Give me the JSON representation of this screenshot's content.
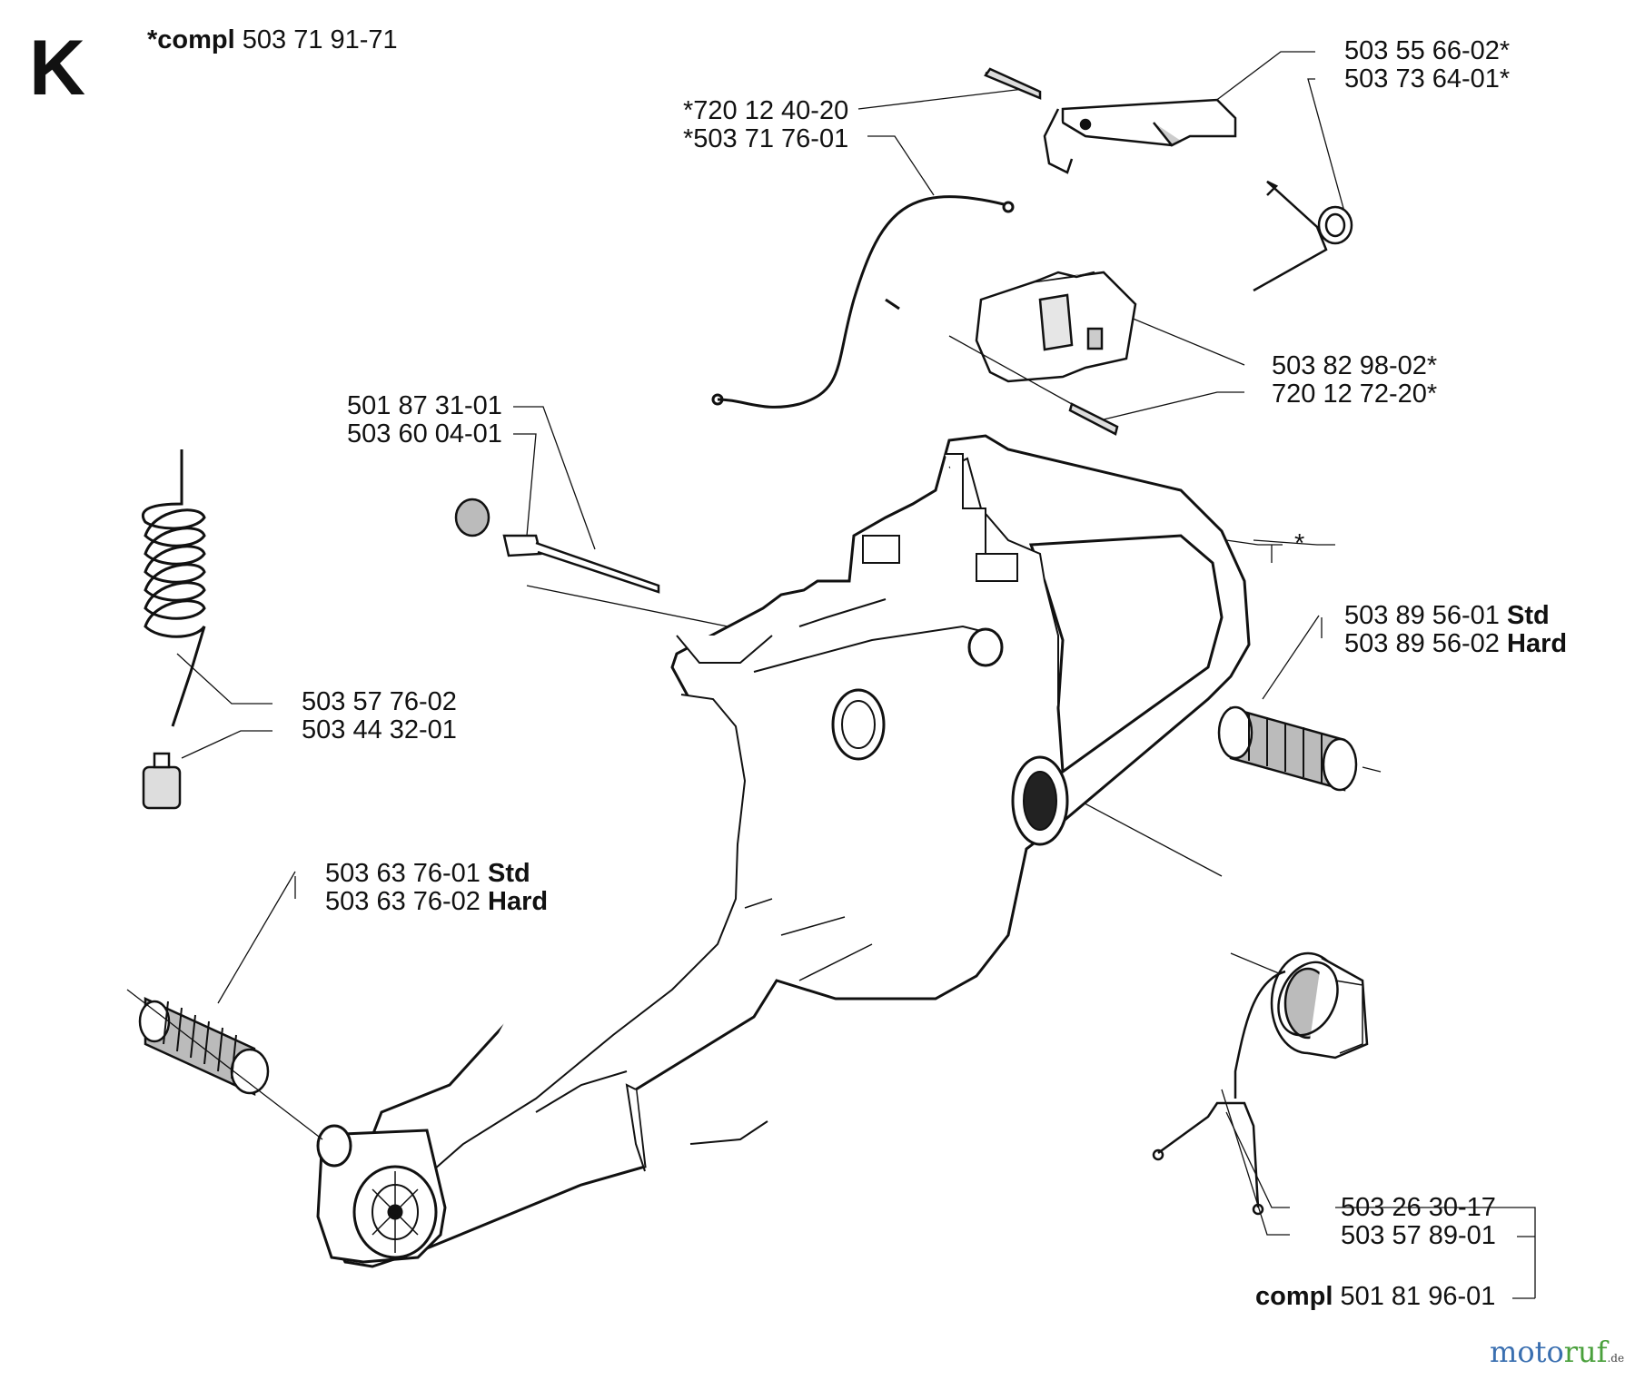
{
  "section": {
    "letter": "K"
  },
  "header": {
    "prefix": "*compl",
    "number": "503 71 91-71"
  },
  "labels": {
    "pin_top": "*720 12 40-20",
    "cable": "*503 71 76-01",
    "throttle_trigger": "503 55 66-02*",
    "trigger_spring": "503 73 64-01*",
    "lockout": "503 82 98-02*",
    "pin_lockout": "720 12 72-20*",
    "oil_filter": "501 87 31-01",
    "oil_pipe": "503 60 04-01",
    "fuel_hose": "503 57 76-02",
    "fuel_filter": "503 44 32-01",
    "handle_asterisk": "*",
    "av_rear_std": {
      "number": "503 89 56-01",
      "suffix": "Std"
    },
    "av_rear_hard": {
      "number": "503 89 56-02",
      "suffix": "Hard"
    },
    "av_front_std": {
      "number": "503 63 76-01",
      "suffix": "Std"
    },
    "av_front_hard": {
      "number": "503 63 76-02",
      "suffix": "Hard"
    },
    "cap_oring": "503 26 30-17",
    "cap_strap": "503 57 89-01",
    "cap_compl": {
      "prefix": "compl",
      "number": "501 81 96-01"
    }
  },
  "watermark": {
    "part1": "moto",
    "part2": "ruf",
    "tld": ".de"
  }
}
